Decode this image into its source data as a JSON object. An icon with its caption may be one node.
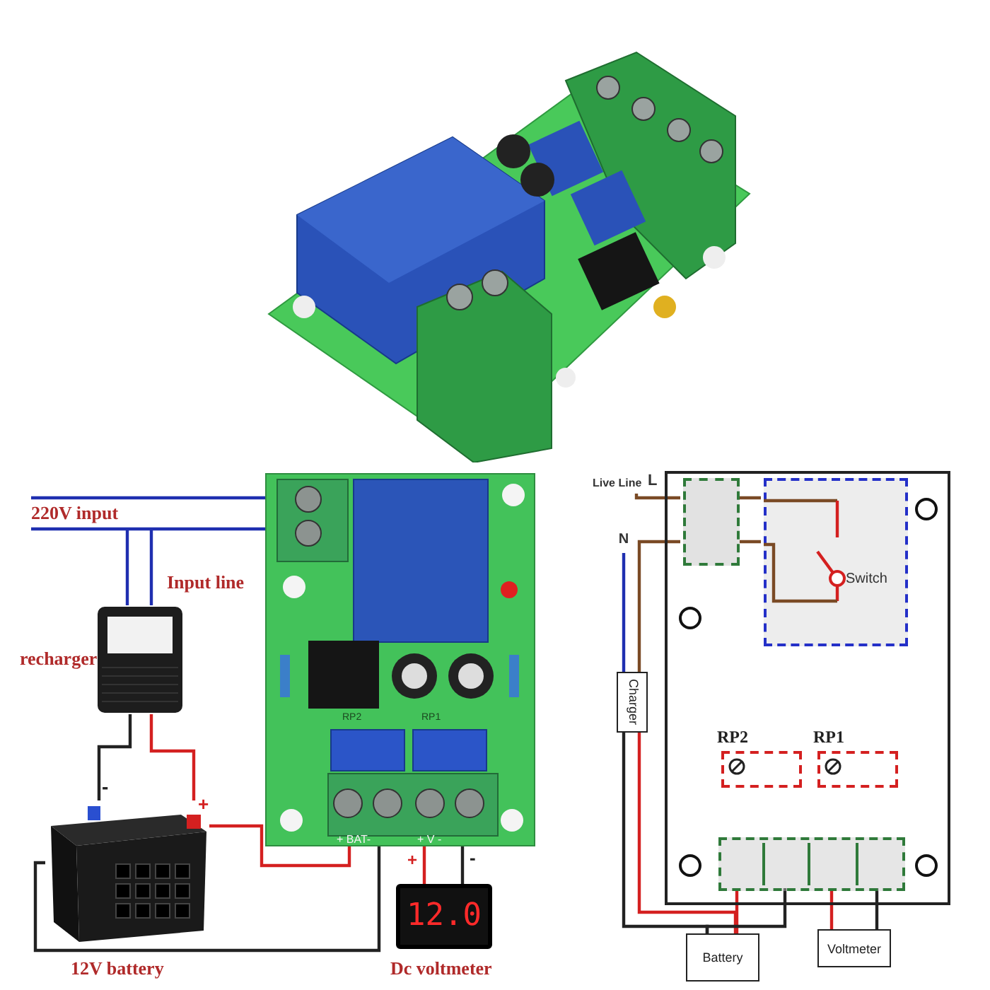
{
  "diagram": {
    "nodes": [
      {
        "text": [
          "220V input"
        ]
      },
      {
        "text": [],
        "shape": "picture",
        "beside": [
          "Input line",
          "recharger"
        ]
      },
      {
        "text": [],
        "shape": "picture",
        "beside": [
          "12V battery"
        ]
      },
      {
        "text": [],
        "shape": "picture"
      },
      {
        "text": [
          "12.0"
        ],
        "beside": [
          "Dc voltmeter"
        ]
      },
      {
        "text": [],
        "shape": "box"
      },
      {
        "text": [],
        "shape": "box",
        "in": 5
      },
      {
        "text": [
          "Switch"
        ],
        "in": 5
      },
      {
        "text": [
          "RP2"
        ],
        "in": 5
      },
      {
        "text": [
          "RP1"
        ],
        "in": 5
      },
      {
        "text": [],
        "shape": "box",
        "in": 5
      },
      {
        "text": [
          "Live Line",
          "L"
        ]
      },
      {
        "text": [
          "N"
        ]
      },
      {
        "text": [
          "Charger"
        ]
      },
      {
        "text": [
          "Battery"
        ]
      },
      {
        "text": [
          "Voltmeter"
        ]
      }
    ],
    "edges": [
      {
        "from": 0,
        "to": 3,
        "arrow": "none",
        "color": "#1f2fb0"
      },
      {
        "from": 0,
        "to": 3,
        "arrow": "none",
        "color": "#1f2fb0"
      },
      {
        "from": 0,
        "to": 1,
        "arrow": "none",
        "color": "#1f2fb0"
      },
      {
        "from": 0,
        "to": 1,
        "arrow": "none",
        "color": "#1f2fb0"
      },
      {
        "from": 1,
        "to": 2,
        "arrow": "none",
        "color": "#222222"
      },
      {
        "from": 1,
        "to": 2,
        "arrow": "none",
        "color": "#d42020"
      },
      {
        "from": 2,
        "to": 3,
        "arrow": "none",
        "color": "#d42020"
      },
      {
        "from": 2,
        "to": 3,
        "arrow": "none",
        "color": "#222222"
      },
      {
        "from": 3,
        "to": 4,
        "arrow": "none",
        "color": "#d42020"
      },
      {
        "from": 3,
        "to": 4,
        "arrow": "none",
        "color": "#222222"
      },
      {
        "from": 11,
        "to": 6,
        "arrow": "none",
        "color": "#7a4a25"
      },
      {
        "from": 6,
        "to": 7,
        "arrow": "none",
        "color": "#7a4a25"
      },
      {
        "from": 12,
        "to": 13,
        "arrow": "none",
        "color": "#1f2fb0"
      },
      {
        "from": 13,
        "to": 6,
        "arrow": "none",
        "color": "#7a4a25"
      },
      {
        "from": 6,
        "to": 7,
        "arrow": "none",
        "color": "#7a4a25"
      },
      {
        "from": 13,
        "to": 14,
        "arrow": "none",
        "color": "#d42020"
      },
      {
        "from": 14,
        "to": 10,
        "arrow": "none",
        "color": "#d42020"
      },
      {
        "from": 13,
        "to": 14,
        "arrow": "none",
        "color": "#222222"
      },
      {
        "from": 14,
        "to": 10,
        "arrow": "none",
        "color": "#222222"
      },
      {
        "from": 10,
        "to": 15,
        "arrow": "none",
        "color": "#d42020"
      },
      {
        "from": 10,
        "to": 15,
        "arrow": "none",
        "color": "#222222"
      }
    ],
    "labels": [
      "-",
      "+",
      "RP2",
      "RP1",
      "+ BAT-",
      "+ V -",
      "+",
      "-"
    ]
  }
}
